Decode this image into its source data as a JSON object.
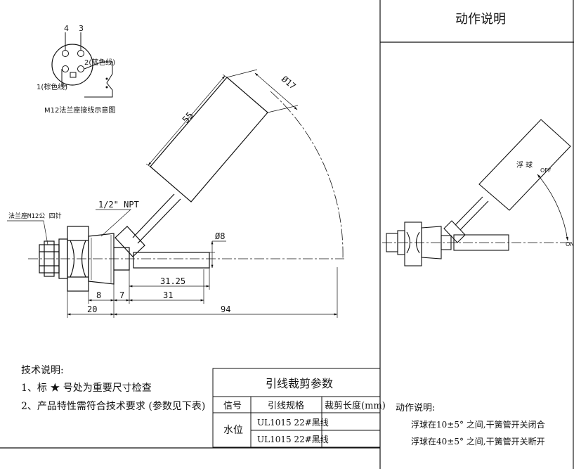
{
  "connector": {
    "pin_4": "4",
    "pin_3": "3",
    "pin_2_label": "2(蓝色线)",
    "pin_1_label": "1(棕色线)",
    "caption": "M12法兰座接线示意图"
  },
  "drawing": {
    "flange_label": "法兰座M12公 四针",
    "thread_label": "1/2\" NPT",
    "dim_55": "55",
    "dim_d17": "Ø17",
    "dim_d8": "Ø8",
    "dim_31_25": "31.25",
    "dim_31": "31",
    "dim_8": "8",
    "dim_7": "7",
    "dim_20": "20",
    "dim_94": "94"
  },
  "action_panel": {
    "title": "动作说明",
    "float_label": "浮 球",
    "off_label": "OFF",
    "on_label": "ON",
    "desc_title": "动作说明:",
    "desc_line_1": "浮球在10±5° 之间,干簧管开关闭合",
    "desc_line_2": "浮球在40±5° 之间,干簧管开关断开"
  },
  "tech_notes": {
    "title": "技术说明:",
    "line_1": "1、标 ★ 号处为重要尺寸检查",
    "line_2": "2、产品特性需符合技术要求 (参数见下表)"
  },
  "lead_table": {
    "title": "引线裁剪参数",
    "headers": [
      "信号",
      "引线规格",
      "裁剪长度(mm)"
    ],
    "signal": "水位",
    "rows": [
      {
        "spec": "UL1015 22#黑线",
        "length": ""
      },
      {
        "spec": "UL1015 22#黑线",
        "length": ""
      }
    ]
  }
}
